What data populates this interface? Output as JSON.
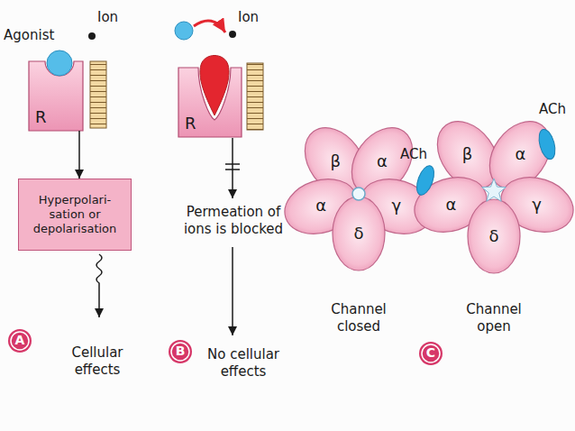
{
  "diagram": {
    "nodes": [
      {
        "text": [
          "R"
        ]
      },
      {
        "text": [
          "Hyperpolari- sation or depolarisation"
        ]
      },
      {
        "text": [
          "A"
        ]
      },
      {
        "text": [
          "R"
        ]
      },
      {
        "text": [
          "B"
        ]
      },
      {
        "text": [
          "β"
        ]
      },
      {
        "text": [
          "α"
        ]
      },
      {
        "text": [
          "α"
        ]
      },
      {
        "text": [
          "γ"
        ]
      },
      {
        "text": [
          "δ"
        ]
      },
      {
        "text": [
          "β"
        ]
      },
      {
        "text": [
          "α"
        ]
      },
      {
        "text": [
          "α"
        ]
      },
      {
        "text": [
          "γ"
        ]
      },
      {
        "text": [
          "δ"
        ]
      },
      {
        "text": [
          "C"
        ]
      }
    ],
    "edges": [
      {
        "from": 0,
        "to": 1,
        "arrow": "to"
      }
    ],
    "labels": [
      "Agonist",
      "Ion",
      "Cellular effects",
      "Ion",
      "Permeation of ions is blocked",
      "No cellular effects",
      "Channel closed",
      "ACh",
      "ACh",
      "Channel open"
    ]
  }
}
